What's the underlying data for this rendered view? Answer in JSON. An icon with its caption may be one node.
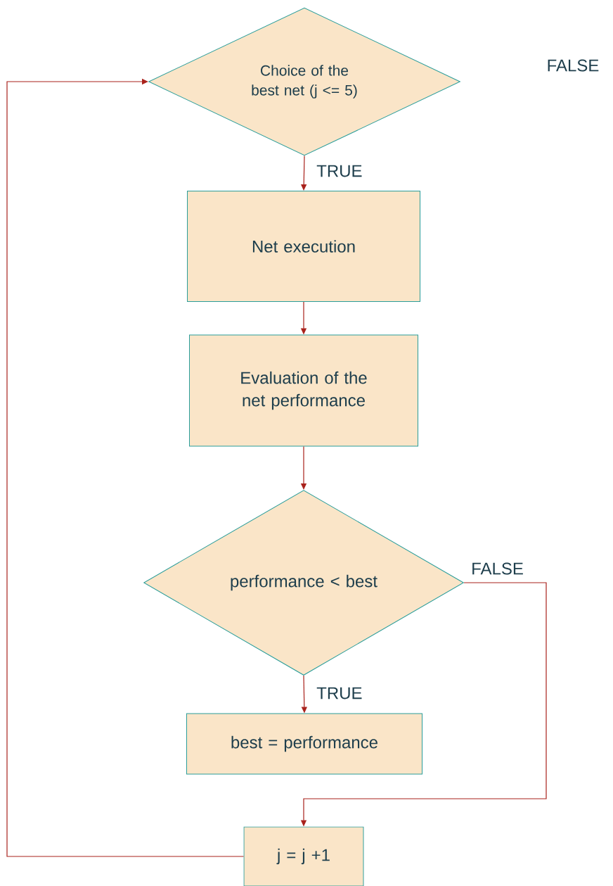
{
  "diagram": {
    "nodes": [
      {
        "text": [
          "Choice of the best net (j <= 5)"
        ]
      },
      {
        "text": [
          "Net execution"
        ]
      },
      {
        "text": [
          "Evaluation of the net performance"
        ]
      },
      {
        "text": [
          "performance < best"
        ]
      },
      {
        "text": [
          "best = performance"
        ]
      },
      {
        "text": [
          "j = j +1"
        ]
      }
    ],
    "edges": [
      {
        "from": 0,
        "to": 1,
        "arrow": "to",
        "label": "TRUE"
      },
      {
        "from": 1,
        "to": 2,
        "arrow": "to"
      },
      {
        "from": 2,
        "to": 3,
        "arrow": "to"
      },
      {
        "from": 3,
        "to": 4,
        "arrow": "to",
        "label": "TRUE"
      },
      {
        "from": 3,
        "to": 5,
        "arrow": "to",
        "label": "FALSE"
      },
      {
        "from": 5,
        "to": 0,
        "arrow": "to"
      }
    ],
    "labels": [
      "FALSE"
    ]
  }
}
